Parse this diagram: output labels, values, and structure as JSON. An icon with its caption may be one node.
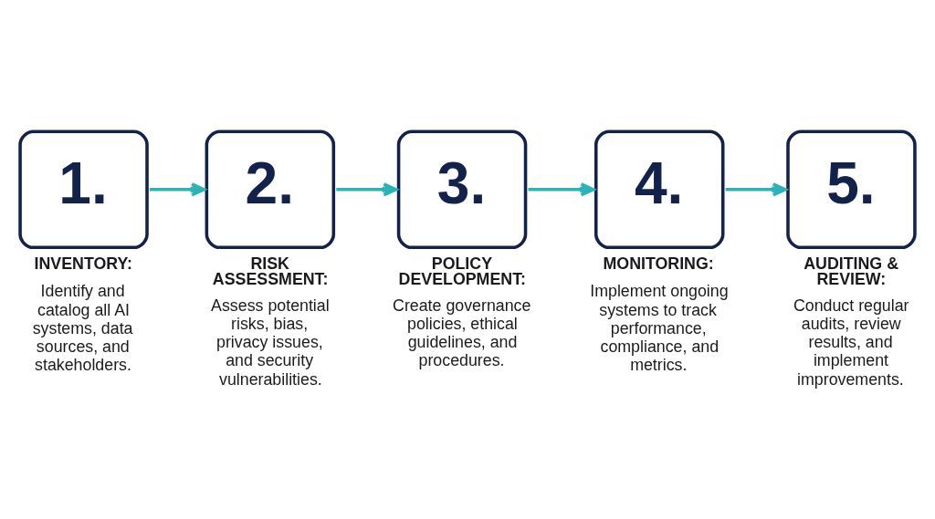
{
  "diagram": {
    "nodes": [
      {
        "text": [
          "1."
        ],
        "beside": [
          "INVENTORY:",
          "Identify and catalog all AI systems, data sources, and stakeholders."
        ]
      },
      {
        "text": [
          "2."
        ],
        "beside": [
          "RISK ASSESSMENT:",
          "Assess potential risks, bias, privacy issues, and security vulnerabilities."
        ]
      },
      {
        "text": [
          "3."
        ],
        "beside": [
          "POLICY DEVELOPMENT:",
          "Create governance policies, ethical guidelines, and procedures."
        ]
      },
      {
        "text": [
          "4."
        ],
        "beside": [
          "MONITORING:",
          "Implement ongoing systems to track performance, compliance, and metrics."
        ]
      },
      {
        "text": [
          "5."
        ],
        "beside": [
          "AUDITING & REVIEW:",
          "Conduct regular audits, review results, and implement improvements."
        ]
      }
    ],
    "edges": [
      {
        "from": 0,
        "to": 1,
        "arrow": "to"
      },
      {
        "from": 1,
        "to": 2,
        "arrow": "to"
      },
      {
        "from": 2,
        "to": 3,
        "arrow": "to"
      },
      {
        "from": 3,
        "to": 4,
        "arrow": "to"
      }
    ]
  }
}
